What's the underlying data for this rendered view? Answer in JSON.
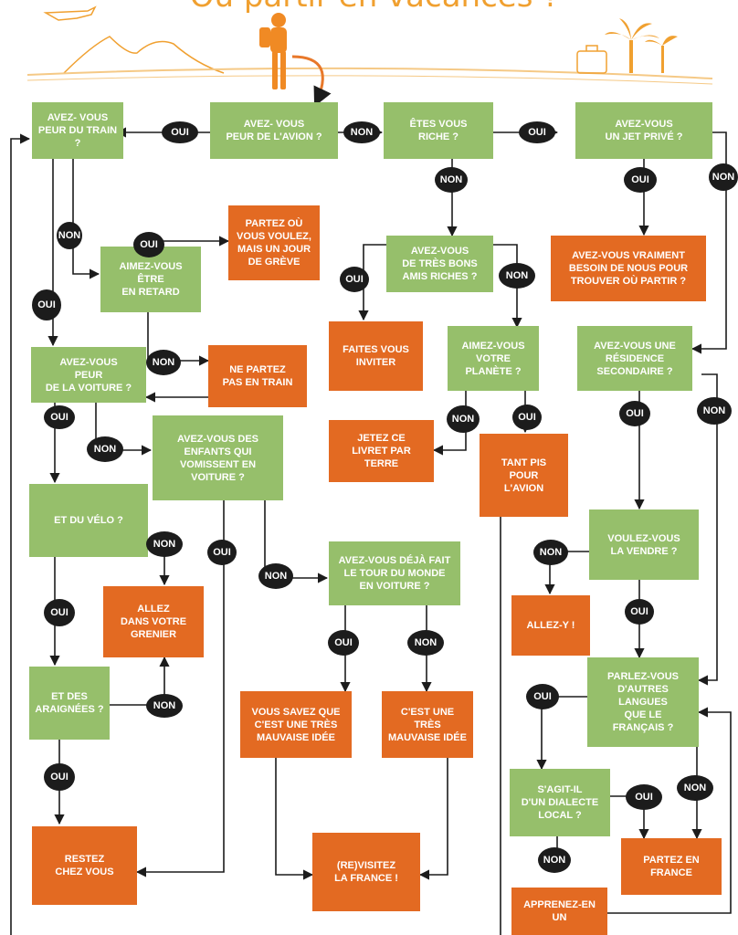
{
  "title": "Où partir en vacances ?",
  "colors": {
    "question": "#96bf6b",
    "answer": "#e36a22",
    "pill": "#1c1c1c",
    "line": "#1c1c1c",
    "accent": "#f0a030"
  },
  "nodes": {
    "q_avion": "AVEZ- VOUS\nPEUR DE L'AVION ?",
    "q_train": "AVEZ- VOUS\nPEUR DU TRAIN ?",
    "q_riche": "ÊTES VOUS\nRICHE ?",
    "q_jet": "AVEZ-VOUS\nUN JET PRIVÉ ?",
    "a_greve": "PARTEZ OÙ\nVOUS VOULEZ,\nMAIS UN JOUR\nDE GRÈVE",
    "q_retard": "AIMEZ-VOUS\nÊTRE\nEN RETARD",
    "q_amis": "AVEZ-VOUS\nDE TRÈS BONS\nAMIS RICHES ?",
    "a_besoin": "AVEZ-VOUS VRAIMENT\nBESOIN DE NOUS POUR\nTROUVER OÙ PARTIR ?",
    "a_inviter": "FAITES VOUS\nINVITER",
    "q_planete": "AIMEZ-VOUS\nVOTRE\nPLANÈTE ?",
    "q_residence": "AVEZ-VOUS UNE\nRÉSIDENCE\nSECONDAIRE ?",
    "q_voiture": "AVEZ-VOUS\nPEUR\nDE LA VOITURE ?",
    "a_pastrain": "NE PARTEZ\nPAS EN TRAIN",
    "q_enfants": "AVEZ-VOUS DES\nENFANTS QUI\nVOMISSENT EN\nVOITURE ?",
    "a_livret": "JETEZ CE\nLIVRET PAR TERRE",
    "a_tantpis": "TANT PIS\nPOUR\nL'AVION",
    "q_velo": "ET DU VÉLO ?",
    "q_vendre": "VOULEZ-VOUS\nLA VENDRE ?",
    "q_tourmonde": "AVEZ-VOUS DÉJÀ FAIT\nLE TOUR DU MONDE\nEN VOITURE ?",
    "a_grenier": "ALLEZ\nDANS VOTRE\nGRENIER",
    "a_allezy": "ALLEZ-Y !",
    "q_araignees": "ET DES\nARAIGNÉES ?",
    "a_mauvaise1": "VOUS SAVEZ QUE\nC'EST UNE TRÈS\nMAUVAISE IDÉE",
    "a_mauvaise2": "C'EST UNE\nTRÈS\nMAUVAISE IDÉE",
    "q_langues": "PARLEZ-VOUS\nD'AUTRES\nLANGUES\nQUE LE\nFRANÇAIS ?",
    "q_dialecte": "S'AGIT-IL\nD'UN DIALECTE\nLOCAL ?",
    "a_france": "PARTEZ EN\nFRANCE",
    "a_restez": "RESTEZ\nCHEZ VOUS",
    "a_revisitez": "(RE)VISITEZ\nLA FRANCE !",
    "a_apprenez": "APPRENEZ-EN\nUN"
  },
  "labels": {
    "oui": "OUI",
    "non": "NON"
  }
}
